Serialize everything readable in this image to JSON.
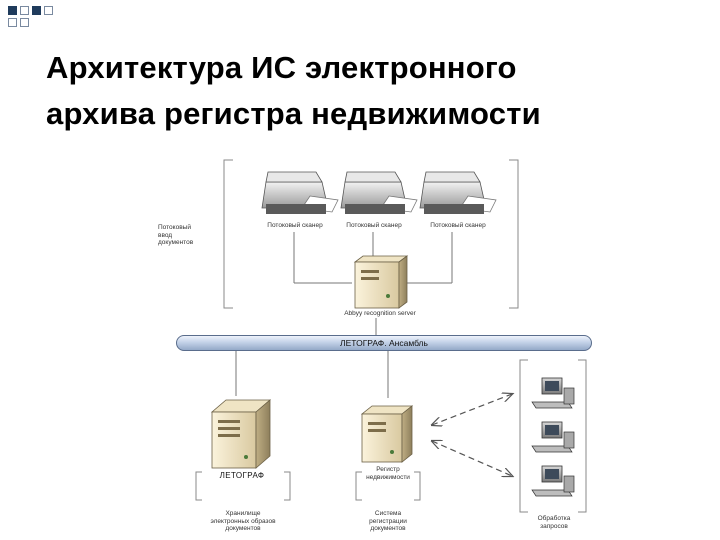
{
  "title": {
    "line1": "Архитектура ИС электронного",
    "line2": "архива регистра недвижимости"
  },
  "diagram": {
    "input_group_label": [
      "Потоковый",
      "ввод",
      "документов"
    ],
    "scanners": [
      "Потоковый сканер",
      "Потоковый сканер",
      "Потоковый сканер"
    ],
    "gateway_label": "Abbyy recognition server",
    "bus_label": "ЛЕТОГРАФ. Ансамбль",
    "storage_brand": "ЛЕТОГРАФ",
    "storage_caption": [
      "Хранилище",
      "электронных образов",
      "документов"
    ],
    "registry_server_label": [
      "Регистр",
      "недвижимости"
    ],
    "registry_caption": [
      "Система",
      "регистрации",
      "документов"
    ],
    "clients_caption": [
      "Обработка",
      "запросов"
    ]
  }
}
